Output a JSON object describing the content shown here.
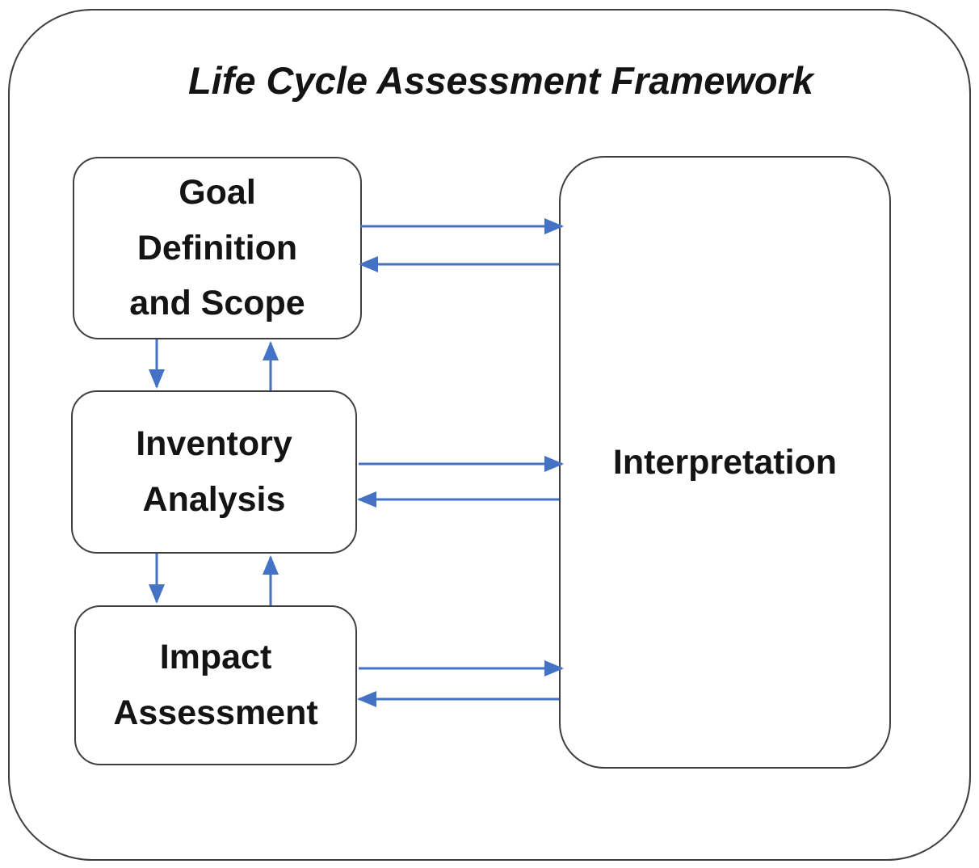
{
  "title": "Life Cycle Assessment Framework",
  "boxes": {
    "goal": {
      "label": "Goal\nDefinition\nand Scope"
    },
    "inventory": {
      "label": "Inventory\nAnalysis"
    },
    "impact": {
      "label": "Impact\nAssessment"
    },
    "interpretation": {
      "label": "Interpretation"
    }
  },
  "arrows": [
    {
      "from": "Goal Definition and Scope",
      "to": "Interpretation"
    },
    {
      "from": "Interpretation",
      "to": "Goal Definition and Scope"
    },
    {
      "from": "Goal Definition and Scope",
      "to": "Inventory Analysis"
    },
    {
      "from": "Inventory Analysis",
      "to": "Goal Definition and Scope"
    },
    {
      "from": "Inventory Analysis",
      "to": "Interpretation"
    },
    {
      "from": "Interpretation",
      "to": "Inventory Analysis"
    },
    {
      "from": "Inventory Analysis",
      "to": "Impact Assessment"
    },
    {
      "from": "Impact Assessment",
      "to": "Inventory Analysis"
    },
    {
      "from": "Impact Assessment",
      "to": "Interpretation"
    },
    {
      "from": "Interpretation",
      "to": "Impact Assessment"
    }
  ],
  "colors": {
    "arrow": "#4472C4",
    "box_border": "#3F3F3F",
    "box_fill": "#FFFFFF",
    "text": "#141414",
    "background": "#FFFFFF"
  }
}
